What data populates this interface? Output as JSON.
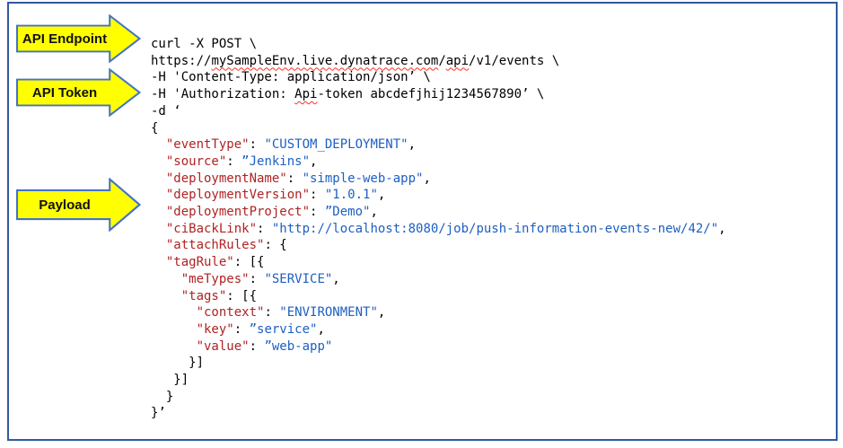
{
  "callouts": {
    "api_endpoint": "API Endpoint",
    "api_token": "API Token",
    "payload": "Payload"
  },
  "colors": {
    "frame_border": "#2e5aa0",
    "arrow_fill": "#ffff00",
    "arrow_stroke": "#4472c4",
    "code_plain": "#000000",
    "json_key": "#af2323",
    "json_value": "#1d5fc2",
    "spellcheck_underline": "#ff2d21"
  },
  "code_lines": [
    {
      "segments": [
        {
          "text": "curl -X POST \\",
          "style": "plain"
        }
      ]
    },
    {
      "segments": [
        {
          "text": "https://",
          "style": "plain"
        },
        {
          "text": "mySampleEnv.live.dynatrace.com",
          "style": "plain",
          "misspelled": true
        },
        {
          "text": "/",
          "style": "plain"
        },
        {
          "text": "api",
          "style": "plain",
          "misspelled": true
        },
        {
          "text": "/v1/events \\",
          "style": "plain"
        }
      ]
    },
    {
      "segments": [
        {
          "text": "-H 'Content-Type: application/json’ \\",
          "style": "plain"
        }
      ]
    },
    {
      "segments": [
        {
          "text": "-H 'Authorization: ",
          "style": "plain"
        },
        {
          "text": "Api",
          "style": "plain",
          "misspelled": true
        },
        {
          "text": "-token abcdefjhij1234567890’ \\",
          "style": "plain"
        }
      ]
    },
    {
      "segments": [
        {
          "text": "-d ‘",
          "style": "plain"
        }
      ]
    },
    {
      "segments": [
        {
          "text": "{",
          "style": "plain"
        }
      ]
    },
    {
      "segments": [
        {
          "text": "  ",
          "style": "plain"
        },
        {
          "text": "\"eventType\"",
          "style": "key"
        },
        {
          "text": ": ",
          "style": "plain"
        },
        {
          "text": "\"CUSTOM_DEPLOYMENT\"",
          "style": "value"
        },
        {
          "text": ",",
          "style": "plain"
        }
      ]
    },
    {
      "segments": [
        {
          "text": "  ",
          "style": "plain"
        },
        {
          "text": "\"source\"",
          "style": "key"
        },
        {
          "text": ": ",
          "style": "plain"
        },
        {
          "text": "”Jenkins\"",
          "style": "value"
        },
        {
          "text": ",",
          "style": "plain"
        }
      ]
    },
    {
      "segments": [
        {
          "text": "  ",
          "style": "plain"
        },
        {
          "text": "\"deploymentName\"",
          "style": "key"
        },
        {
          "text": ": ",
          "style": "plain"
        },
        {
          "text": "\"simple-web-app\"",
          "style": "value"
        },
        {
          "text": ",",
          "style": "plain"
        }
      ]
    },
    {
      "segments": [
        {
          "text": "  ",
          "style": "plain"
        },
        {
          "text": "\"deploymentVersion\"",
          "style": "key"
        },
        {
          "text": ": ",
          "style": "plain"
        },
        {
          "text": "\"1.0.1\"",
          "style": "value"
        },
        {
          "text": ",",
          "style": "plain"
        }
      ]
    },
    {
      "segments": [
        {
          "text": "  ",
          "style": "plain"
        },
        {
          "text": "\"deploymentProject\"",
          "style": "key"
        },
        {
          "text": ": ",
          "style": "plain"
        },
        {
          "text": "”Demo\"",
          "style": "value"
        },
        {
          "text": ",",
          "style": "plain"
        }
      ]
    },
    {
      "segments": [
        {
          "text": "  ",
          "style": "plain"
        },
        {
          "text": "\"ciBackLink\"",
          "style": "key"
        },
        {
          "text": ": ",
          "style": "plain"
        },
        {
          "text": "\"http://localhost:8080/job/push-information-events-new/42/\"",
          "style": "value"
        },
        {
          "text": ",",
          "style": "plain"
        }
      ]
    },
    {
      "segments": [
        {
          "text": "  ",
          "style": "plain"
        },
        {
          "text": "\"attachRules\"",
          "style": "key"
        },
        {
          "text": ": {",
          "style": "plain"
        }
      ]
    },
    {
      "segments": [
        {
          "text": "  ",
          "style": "plain"
        },
        {
          "text": "\"tagRule\"",
          "style": "key"
        },
        {
          "text": ": [{",
          "style": "plain"
        }
      ]
    },
    {
      "segments": [
        {
          "text": "    ",
          "style": "plain"
        },
        {
          "text": "\"meTypes\"",
          "style": "key"
        },
        {
          "text": ": ",
          "style": "plain"
        },
        {
          "text": "\"SERVICE\"",
          "style": "value"
        },
        {
          "text": ",",
          "style": "plain"
        }
      ]
    },
    {
      "segments": [
        {
          "text": "    ",
          "style": "plain"
        },
        {
          "text": "\"tags\"",
          "style": "key"
        },
        {
          "text": ": [{",
          "style": "plain"
        }
      ]
    },
    {
      "segments": [
        {
          "text": "      ",
          "style": "plain"
        },
        {
          "text": "\"context\"",
          "style": "key"
        },
        {
          "text": ": ",
          "style": "plain"
        },
        {
          "text": "\"ENVIRONMENT\"",
          "style": "value"
        },
        {
          "text": ",",
          "style": "plain"
        }
      ]
    },
    {
      "segments": [
        {
          "text": "      ",
          "style": "plain"
        },
        {
          "text": "\"key\"",
          "style": "key"
        },
        {
          "text": ": ",
          "style": "plain"
        },
        {
          "text": "”service\"",
          "style": "value"
        },
        {
          "text": ",",
          "style": "plain"
        }
      ]
    },
    {
      "segments": [
        {
          "text": "      ",
          "style": "plain"
        },
        {
          "text": "\"value\"",
          "style": "key"
        },
        {
          "text": ": ",
          "style": "plain"
        },
        {
          "text": "”web-app\"",
          "style": "value"
        }
      ]
    },
    {
      "segments": [
        {
          "text": "     }]",
          "style": "plain"
        }
      ]
    },
    {
      "segments": [
        {
          "text": "   }]",
          "style": "plain"
        }
      ]
    },
    {
      "segments": [
        {
          "text": "  }",
          "style": "plain"
        }
      ]
    },
    {
      "segments": [
        {
          "text": "}’",
          "style": "plain"
        }
      ]
    }
  ]
}
